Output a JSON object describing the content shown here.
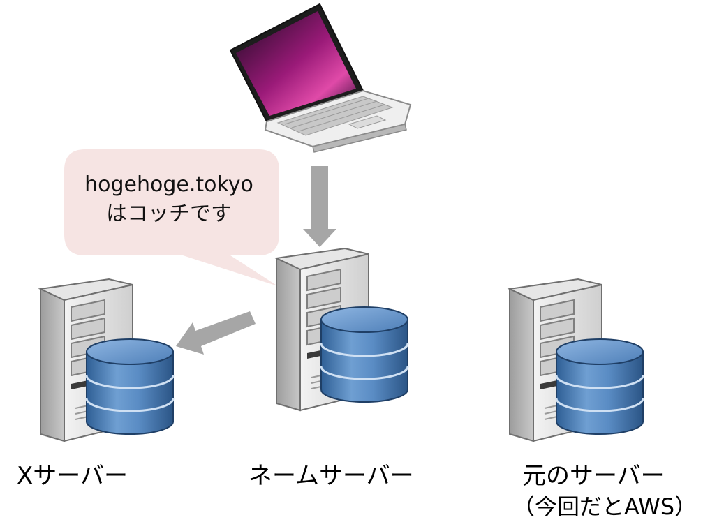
{
  "bubble": {
    "line1": "hogehoge.tokyo",
    "line2": "はコッチです"
  },
  "servers": [
    {
      "id": "x",
      "label": "Xサーバー",
      "sublabel": ""
    },
    {
      "id": "name",
      "label": "ネームサーバー",
      "sublabel": ""
    },
    {
      "id": "origin",
      "label": "元のサーバー",
      "sublabel": "（今回だとAWS）"
    }
  ],
  "icons": {
    "client": "laptop-icon",
    "server": "server-tower-icon",
    "database": "database-icon",
    "arrow": "arrow-icon"
  },
  "colors": {
    "bubble_fill": "#f6e4e3",
    "arrow": "#a6a6a6",
    "db_blue": "#4f81bd",
    "server_gray": "#d9d9d9"
  }
}
